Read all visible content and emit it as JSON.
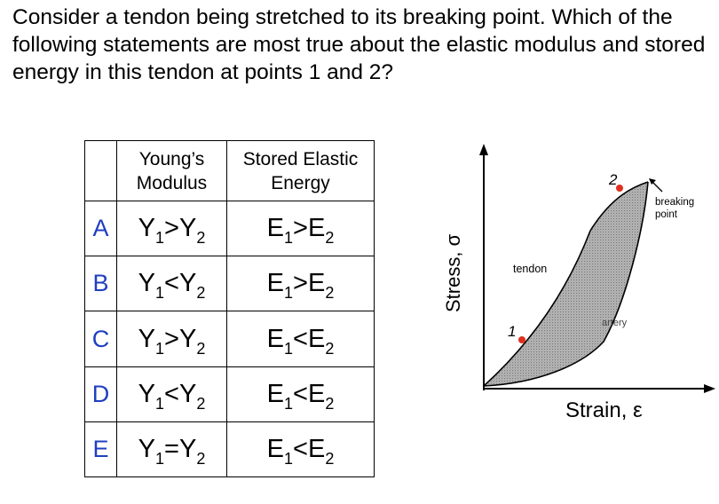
{
  "question": "Consider a tendon being stretched to its breaking point. Which of the following statements are most true about the elastic modulus and stored energy in this tendon at points 1 and 2?",
  "table": {
    "header": {
      "modulus": "Young’s Modulus",
      "energy": "Stored Elastic Energy"
    },
    "rows": [
      {
        "letter": "A",
        "y_op": ">",
        "e_op": ">"
      },
      {
        "letter": "B",
        "y_op": "<",
        "e_op": ">"
      },
      {
        "letter": "C",
        "y_op": ">",
        "e_op": "<"
      },
      {
        "letter": "D",
        "y_op": "<",
        "e_op": "<"
      },
      {
        "letter": "E",
        "y_op": "=",
        "e_op": "<"
      }
    ],
    "y_symbol": "Y",
    "e_symbol": "E",
    "sub1": "1",
    "sub2": "2"
  },
  "diagram": {
    "ylabel": "Stress, σ",
    "xlabel": "Strain, ε",
    "curves": {
      "tendon": "tendon",
      "artery": "artery"
    },
    "points": {
      "p1": "1",
      "p2": "2"
    },
    "annotation": {
      "line1": "breaking",
      "line2": "point"
    },
    "colors": {
      "point": "#e0301e",
      "fill": "#a8a8a8",
      "dots": "#6e6e6e"
    }
  }
}
